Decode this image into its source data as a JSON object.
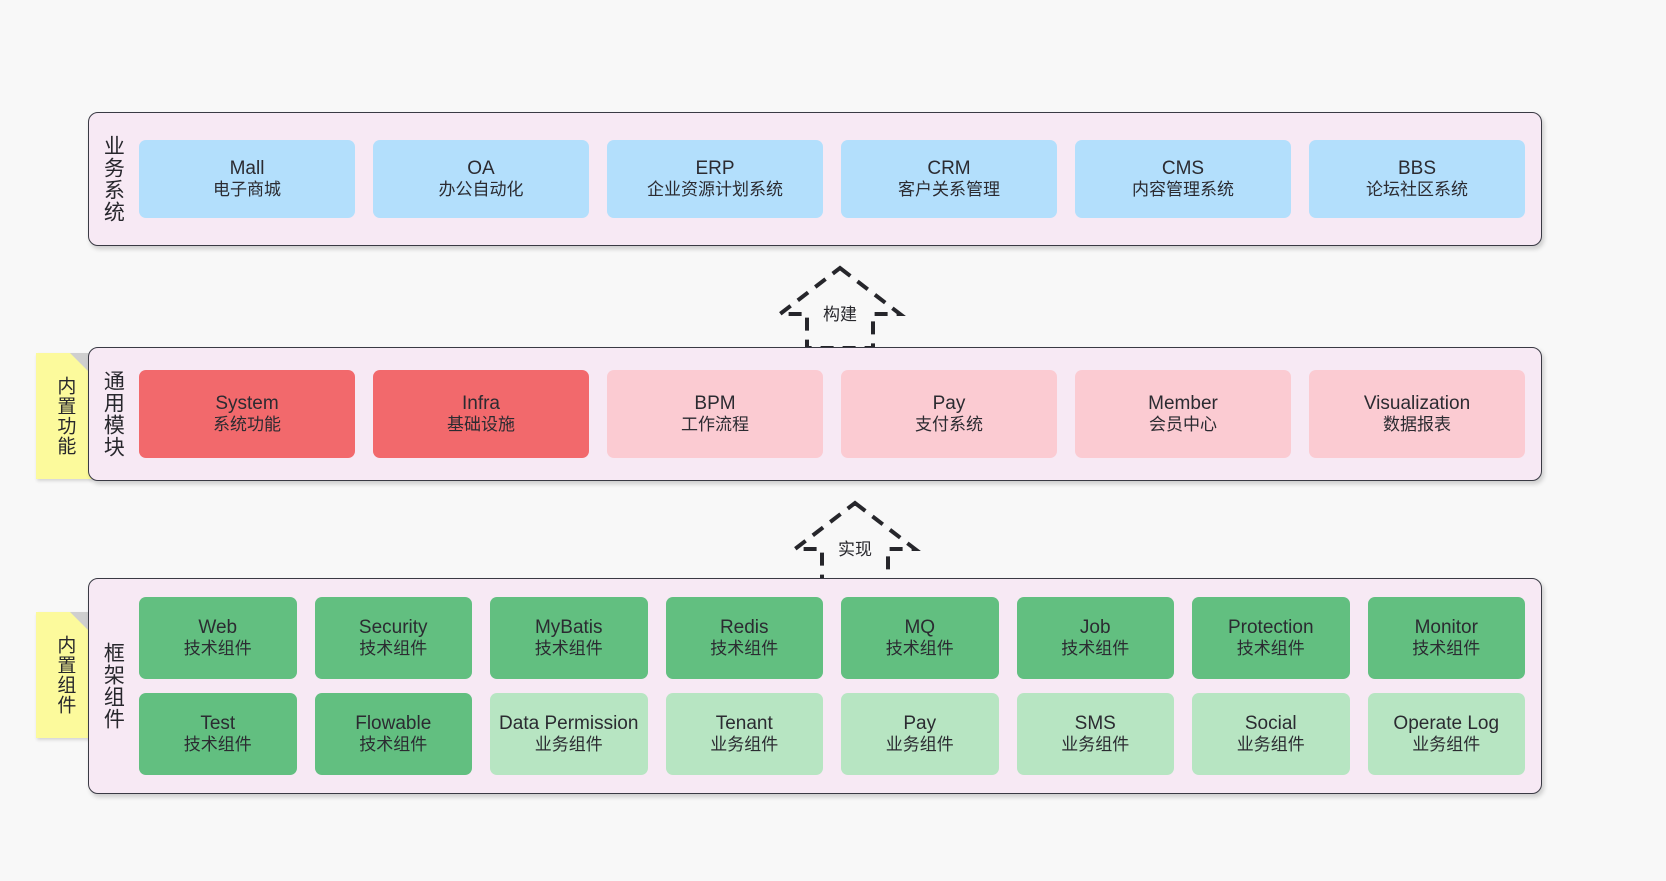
{
  "layers": [
    {
      "id": "business-system",
      "title": "业务系统",
      "note": null,
      "rows": [
        {
          "style": "blue",
          "cards": [
            {
              "en": "Mall",
              "cn": "电子商城"
            },
            {
              "en": "OA",
              "cn": "办公自动化"
            },
            {
              "en": "ERP",
              "cn": "企业资源计划系统"
            },
            {
              "en": "CRM",
              "cn": "客户关系管理"
            },
            {
              "en": "CMS",
              "cn": "内容管理系统"
            },
            {
              "en": "BBS",
              "cn": "论坛社区系统"
            }
          ]
        }
      ]
    },
    {
      "id": "common-module",
      "title": "通用模块",
      "note": "内置功能",
      "rows": [
        {
          "style": "mixed",
          "cards": [
            {
              "en": "System",
              "cn": "系统功能",
              "variant": "strong"
            },
            {
              "en": "Infra",
              "cn": "基础设施",
              "variant": "strong"
            },
            {
              "en": "BPM",
              "cn": "工作流程",
              "variant": "soft"
            },
            {
              "en": "Pay",
              "cn": "支付系统",
              "variant": "soft"
            },
            {
              "en": "Member",
              "cn": "会员中心",
              "variant": "soft"
            },
            {
              "en": "Visualization",
              "cn": "数据报表",
              "variant": "soft"
            }
          ]
        }
      ]
    },
    {
      "id": "framework-component",
      "title": "框架组件",
      "note": "内置组件",
      "rows": [
        {
          "style": "green",
          "cards": [
            {
              "en": "Web",
              "cn": "技术组件",
              "variant": "tech"
            },
            {
              "en": "Security",
              "cn": "技术组件",
              "variant": "tech"
            },
            {
              "en": "MyBatis",
              "cn": "技术组件",
              "variant": "tech"
            },
            {
              "en": "Redis",
              "cn": "技术组件",
              "variant": "tech"
            },
            {
              "en": "MQ",
              "cn": "技术组件",
              "variant": "tech"
            },
            {
              "en": "Job",
              "cn": "技术组件",
              "variant": "tech"
            },
            {
              "en": "Protection",
              "cn": "技术组件",
              "variant": "tech"
            },
            {
              "en": "Monitor",
              "cn": "技术组件",
              "variant": "tech"
            }
          ]
        },
        {
          "style": "green",
          "cards": [
            {
              "en": "Test",
              "cn": "技术组件",
              "variant": "tech"
            },
            {
              "en": "Flowable",
              "cn": "技术组件",
              "variant": "tech"
            },
            {
              "en": "Data Permission",
              "cn": "业务组件",
              "variant": "biz"
            },
            {
              "en": "Tenant",
              "cn": "业务组件",
              "variant": "biz"
            },
            {
              "en": "Pay",
              "cn": "业务组件",
              "variant": "biz"
            },
            {
              "en": "SMS",
              "cn": "业务组件",
              "variant": "biz"
            },
            {
              "en": "Social",
              "cn": "业务组件",
              "variant": "biz"
            },
            {
              "en": "Operate Log",
              "cn": "业务组件",
              "variant": "biz"
            }
          ]
        }
      ]
    }
  ],
  "connectors": [
    {
      "id": "build",
      "label": "构建"
    },
    {
      "id": "implement",
      "label": "实现"
    }
  ],
  "colors": {
    "panel_bg": "#f7e9f4",
    "panel_border": "#3a3a44",
    "business_card": "#b3dffc",
    "module_strong": "#f2696c",
    "module_soft": "#fbcbd2",
    "tech_component": "#62bf80",
    "business_component": "#b7e5c2",
    "sticky_note": "#fcfa9c",
    "sticky_fold": "#cfcfcf",
    "canvas": "#f8f8f8"
  }
}
